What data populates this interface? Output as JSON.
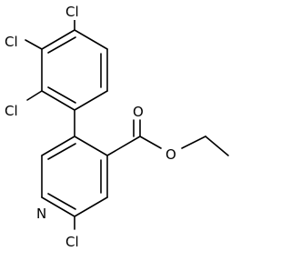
{
  "molecule": {
    "atoms": [
      {
        "id": "cl4",
        "symbol": "Cl"
      },
      {
        "id": "cl3",
        "symbol": "Cl"
      },
      {
        "id": "cl2",
        "symbol": "Cl"
      },
      {
        "id": "carbonyl_o",
        "symbol": "O"
      },
      {
        "id": "ester_o",
        "symbol": "O"
      },
      {
        "id": "pyridine_n",
        "symbol": "N"
      },
      {
        "id": "cl_pyridine",
        "symbol": "Cl"
      }
    ]
  }
}
